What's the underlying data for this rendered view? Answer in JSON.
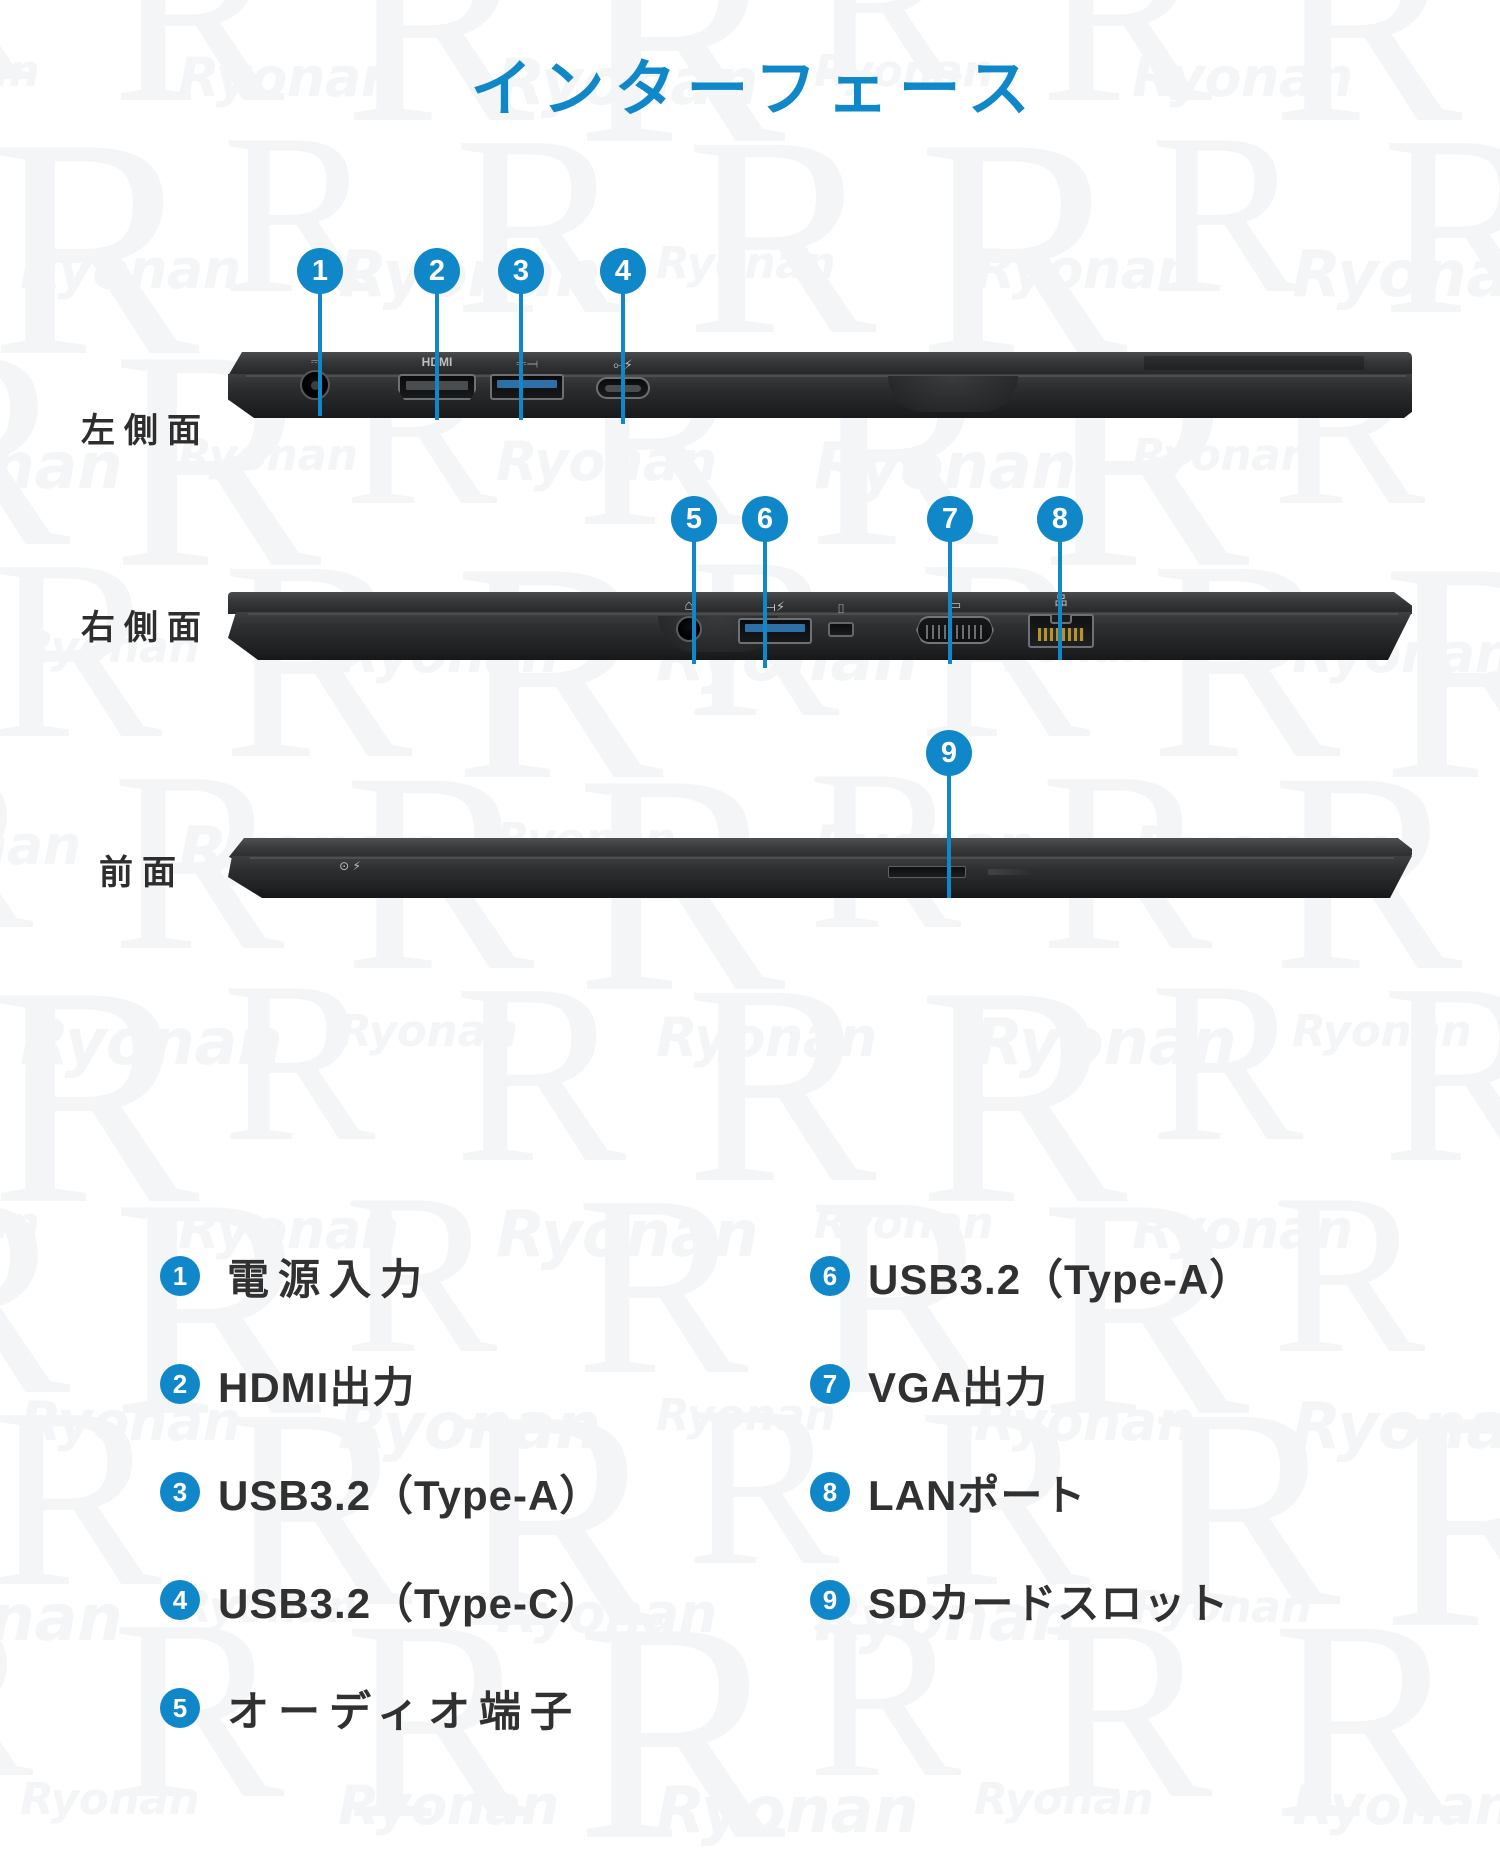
{
  "page": {
    "title": "インターフェース",
    "accent_color": "#1087c8",
    "text_color": "#313131",
    "background_color": "#ffffff",
    "watermark_text": "Ryonan",
    "watermark_letter": "R"
  },
  "views": [
    {
      "id": "left-side",
      "label": "左側面"
    },
    {
      "id": "right-side",
      "label": "右側面"
    },
    {
      "id": "front",
      "label": "前面"
    }
  ],
  "callouts": [
    {
      "n": "1",
      "view": "left-side",
      "port": "dc-power-jack"
    },
    {
      "n": "2",
      "view": "left-side",
      "port": "hdmi-port"
    },
    {
      "n": "3",
      "view": "left-side",
      "port": "usb-a-port"
    },
    {
      "n": "4",
      "view": "left-side",
      "port": "usb-c-port"
    },
    {
      "n": "5",
      "view": "right-side",
      "port": "audio-jack"
    },
    {
      "n": "6",
      "view": "right-side",
      "port": "usb-a-port"
    },
    {
      "n": "7",
      "view": "right-side",
      "port": "vga-port"
    },
    {
      "n": "8",
      "view": "right-side",
      "port": "lan-port"
    },
    {
      "n": "9",
      "view": "front",
      "port": "sd-card-slot"
    }
  ],
  "port_glyphs": {
    "dc_power": "⎓",
    "hdmi": "HDMI",
    "usb_a": "⎓⟞",
    "usb_c": "⟜⚡",
    "audio": "⌂",
    "usb_a_right": "⟞⚡",
    "lock": "⌷",
    "vga": "▭",
    "lan": "品",
    "sd": "▤",
    "front_led": "⊙ ⚡"
  },
  "legend": {
    "left_column": [
      {
        "n": "1",
        "label": "電源入力",
        "wide": true
      },
      {
        "n": "2",
        "label": "HDMI出力",
        "wide": false
      },
      {
        "n": "3",
        "label": "USB3.2（Type-A）",
        "wide": false
      },
      {
        "n": "4",
        "label": "USB3.2（Type-C）",
        "wide": false
      },
      {
        "n": "5",
        "label": "オーディオ端子",
        "wide": true
      }
    ],
    "right_column": [
      {
        "n": "6",
        "label": "USB3.2（Type-A）",
        "wide": false
      },
      {
        "n": "7",
        "label": "VGA出力",
        "wide": false
      },
      {
        "n": "8",
        "label": "LANポート",
        "wide": false
      },
      {
        "n": "9",
        "label": "SDカードスロット",
        "wide": false
      }
    ]
  }
}
